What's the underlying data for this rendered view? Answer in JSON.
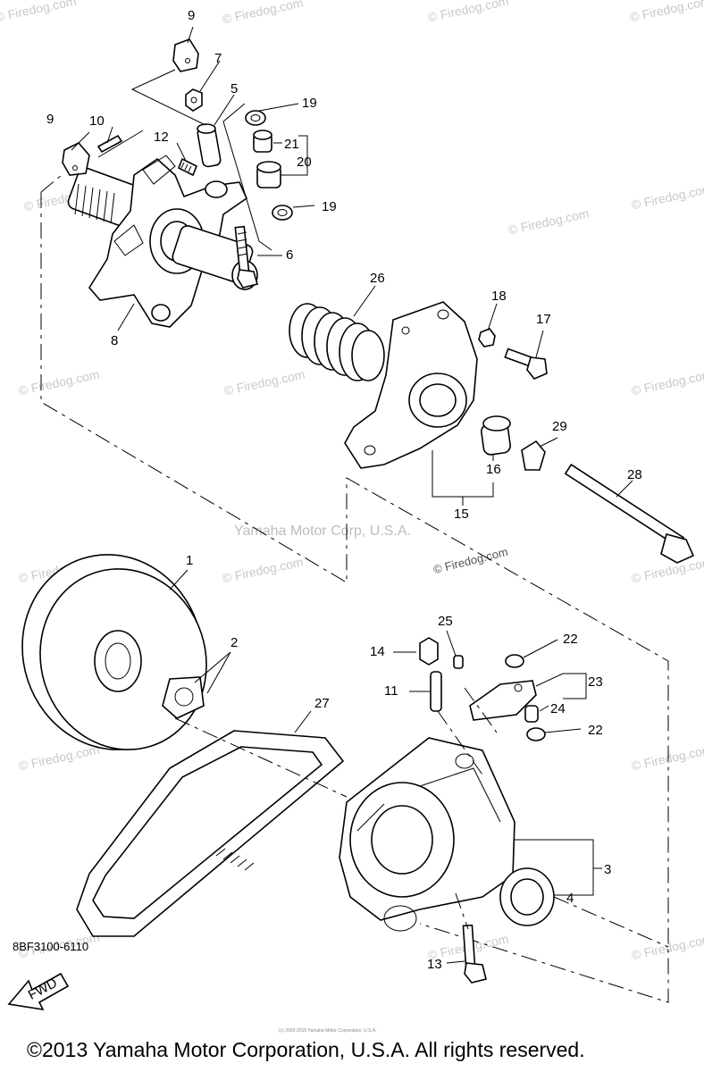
{
  "part_code": "8BF3100-6110",
  "copyright": "©2013 Yamaha Motor Corporation, U.S.A. All rights reserved.",
  "tiny_copyright": "(c) 2003-2015 Yamaha Motor Corporation, U.S.A.",
  "center_watermark": "Yamaha Motor Corp, U.S.A.",
  "firedog_label": "© Firedog.com",
  "watermark_text": "© Firedog.com",
  "fwd_label": "FWD",
  "labels": {
    "p1": "1",
    "p2": "2",
    "p3": "3",
    "p4": "4",
    "p5": "5",
    "p6": "6",
    "p7": "7",
    "p8": "8",
    "p9a": "9",
    "p9b": "9",
    "p10": "10",
    "p11": "11",
    "p12": "12",
    "p13": "13",
    "p14": "14",
    "p15": "15",
    "p16": "16",
    "p17": "17",
    "p18": "18",
    "p19a": "19",
    "p19b": "19",
    "p20": "20",
    "p21": "21",
    "p22a": "22",
    "p22b": "22",
    "p23": "23",
    "p24": "24",
    "p25": "25",
    "p26": "26",
    "p27": "27",
    "p28": "28",
    "p29": "29"
  }
}
